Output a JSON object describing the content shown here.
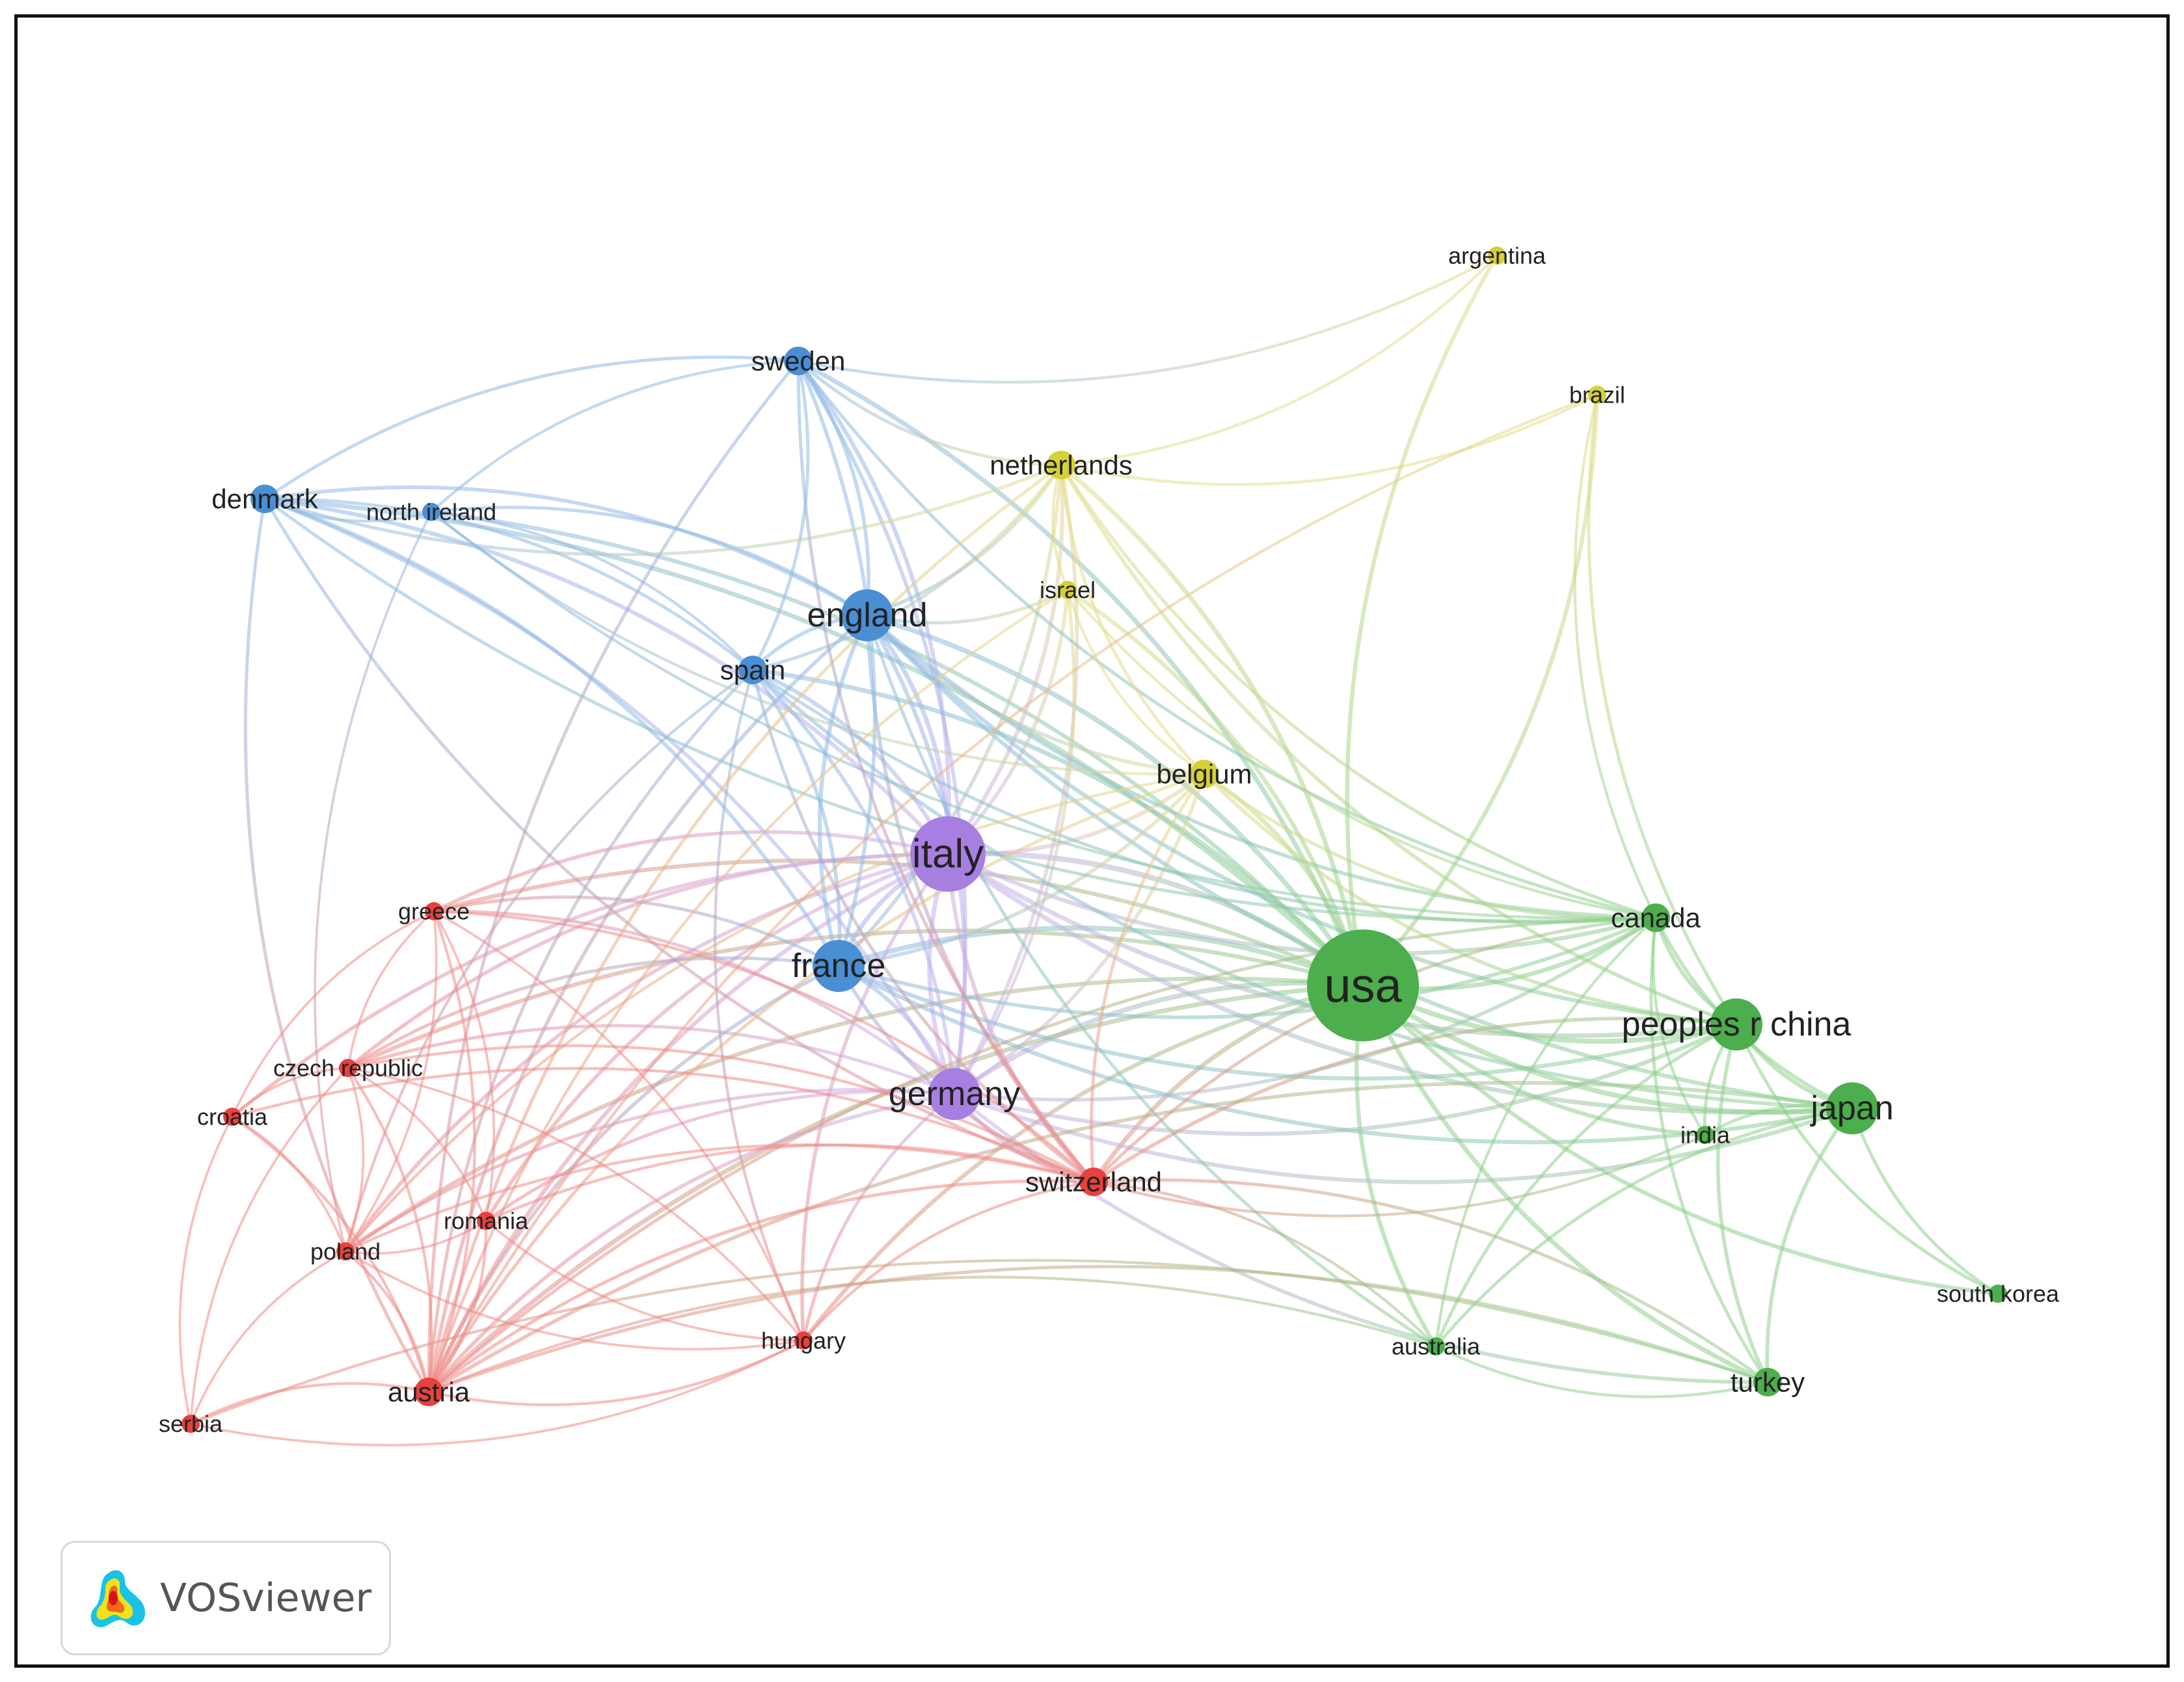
{
  "colors": {
    "red": "#e8413d",
    "green": "#4cae4c",
    "blue": "#4a8fd4",
    "yellow": "#d6d037",
    "purple": "#a77fe0"
  },
  "nodes": [
    {
      "id": "usa",
      "label": "usa",
      "cluster": "green",
      "size": 5
    },
    {
      "id": "italy",
      "label": "italy",
      "cluster": "purple",
      "size": 4
    },
    {
      "id": "germany",
      "label": "germany",
      "cluster": "purple",
      "size": 3
    },
    {
      "id": "england",
      "label": "england",
      "cluster": "blue",
      "size": 3
    },
    {
      "id": "france",
      "label": "france",
      "cluster": "blue",
      "size": 3
    },
    {
      "id": "spain",
      "label": "spain",
      "cluster": "blue",
      "size": 2
    },
    {
      "id": "sweden",
      "label": "sweden",
      "cluster": "blue",
      "size": 2
    },
    {
      "id": "denmark",
      "label": "denmark",
      "cluster": "blue",
      "size": 2
    },
    {
      "id": "north_ireland",
      "label": "north ireland",
      "cluster": "blue",
      "size": 1
    },
    {
      "id": "netherlands",
      "label": "netherlands",
      "cluster": "yellow",
      "size": 2
    },
    {
      "id": "israel",
      "label": "israel",
      "cluster": "yellow",
      "size": 1
    },
    {
      "id": "belgium",
      "label": "belgium",
      "cluster": "yellow",
      "size": 2
    },
    {
      "id": "brazil",
      "label": "brazil",
      "cluster": "yellow",
      "size": 1
    },
    {
      "id": "argentina",
      "label": "argentina",
      "cluster": "yellow",
      "size": 1
    },
    {
      "id": "canada",
      "label": "canada",
      "cluster": "green",
      "size": 2
    },
    {
      "id": "china",
      "label": "peoples r china",
      "cluster": "green",
      "size": 3
    },
    {
      "id": "japan",
      "label": "japan",
      "cluster": "green",
      "size": 3
    },
    {
      "id": "india",
      "label": "india",
      "cluster": "green",
      "size": 1
    },
    {
      "id": "south_korea",
      "label": "south korea",
      "cluster": "green",
      "size": 1
    },
    {
      "id": "australia",
      "label": "australia",
      "cluster": "green",
      "size": 1
    },
    {
      "id": "turkey",
      "label": "turkey",
      "cluster": "green",
      "size": 2
    },
    {
      "id": "switzerland",
      "label": "switzerland",
      "cluster": "red",
      "size": 2
    },
    {
      "id": "austria",
      "label": "austria",
      "cluster": "red",
      "size": 2
    },
    {
      "id": "poland",
      "label": "poland",
      "cluster": "red",
      "size": 1
    },
    {
      "id": "romania",
      "label": "romania",
      "cluster": "red",
      "size": 1
    },
    {
      "id": "hungary",
      "label": "hungary",
      "cluster": "red",
      "size": 1
    },
    {
      "id": "greece",
      "label": "greece",
      "cluster": "red",
      "size": 1
    },
    {
      "id": "czech_republic",
      "label": "czech republic",
      "cluster": "red",
      "size": 1
    },
    {
      "id": "croatia",
      "label": "croatia",
      "cluster": "red",
      "size": 1
    },
    {
      "id": "serbia",
      "label": "serbia",
      "cluster": "red",
      "size": 1
    }
  ],
  "edges": [
    [
      "usa",
      "italy"
    ],
    [
      "usa",
      "germany"
    ],
    [
      "usa",
      "england"
    ],
    [
      "usa",
      "france"
    ],
    [
      "usa",
      "spain"
    ],
    [
      "usa",
      "sweden"
    ],
    [
      "usa",
      "denmark"
    ],
    [
      "usa",
      "north_ireland"
    ],
    [
      "usa",
      "netherlands"
    ],
    [
      "usa",
      "israel"
    ],
    [
      "usa",
      "belgium"
    ],
    [
      "usa",
      "brazil"
    ],
    [
      "usa",
      "canada"
    ],
    [
      "usa",
      "china"
    ],
    [
      "usa",
      "japan"
    ],
    [
      "usa",
      "india"
    ],
    [
      "usa",
      "south_korea"
    ],
    [
      "usa",
      "australia"
    ],
    [
      "usa",
      "turkey"
    ],
    [
      "usa",
      "switzerland"
    ],
    [
      "usa",
      "austria"
    ],
    [
      "usa",
      "poland"
    ],
    [
      "usa",
      "hungary"
    ],
    [
      "usa",
      "greece"
    ],
    [
      "usa",
      "czech_republic"
    ],
    [
      "italy",
      "germany"
    ],
    [
      "italy",
      "england"
    ],
    [
      "italy",
      "france"
    ],
    [
      "italy",
      "spain"
    ],
    [
      "italy",
      "sweden"
    ],
    [
      "italy",
      "netherlands"
    ],
    [
      "italy",
      "belgium"
    ],
    [
      "italy",
      "switzerland"
    ],
    [
      "italy",
      "austria"
    ],
    [
      "italy",
      "canada"
    ],
    [
      "italy",
      "china"
    ],
    [
      "italy",
      "japan"
    ],
    [
      "italy",
      "greece"
    ],
    [
      "italy",
      "hungary"
    ],
    [
      "italy",
      "poland"
    ],
    [
      "italy",
      "israel"
    ],
    [
      "italy",
      "romania"
    ],
    [
      "italy",
      "croatia"
    ],
    [
      "italy",
      "czech_republic"
    ],
    [
      "italy",
      "denmark"
    ],
    [
      "germany",
      "england"
    ],
    [
      "germany",
      "france"
    ],
    [
      "germany",
      "spain"
    ],
    [
      "germany",
      "switzerland"
    ],
    [
      "germany",
      "austria"
    ],
    [
      "germany",
      "netherlands"
    ],
    [
      "germany",
      "sweden"
    ],
    [
      "germany",
      "canada"
    ],
    [
      "germany",
      "china"
    ],
    [
      "germany",
      "japan"
    ],
    [
      "germany",
      "poland"
    ],
    [
      "germany",
      "czech_republic"
    ],
    [
      "germany",
      "hungary"
    ],
    [
      "germany",
      "romania"
    ],
    [
      "germany",
      "belgium"
    ],
    [
      "germany",
      "greece"
    ],
    [
      "germany",
      "turkey"
    ],
    [
      "germany",
      "denmark"
    ],
    [
      "germany",
      "israel"
    ],
    [
      "england",
      "france"
    ],
    [
      "england",
      "spain"
    ],
    [
      "england",
      "sweden"
    ],
    [
      "england",
      "denmark"
    ],
    [
      "england",
      "north_ireland"
    ],
    [
      "england",
      "netherlands"
    ],
    [
      "england",
      "canada"
    ],
    [
      "england",
      "china"
    ],
    [
      "england",
      "australia"
    ],
    [
      "england",
      "japan"
    ],
    [
      "england",
      "austria"
    ],
    [
      "england",
      "switzerland"
    ],
    [
      "england",
      "belgium"
    ],
    [
      "england",
      "israel"
    ],
    [
      "france",
      "spain"
    ],
    [
      "france",
      "sweden"
    ],
    [
      "france",
      "denmark"
    ],
    [
      "france",
      "netherlands"
    ],
    [
      "france",
      "switzerland"
    ],
    [
      "france",
      "austria"
    ],
    [
      "france",
      "canada"
    ],
    [
      "france",
      "japan"
    ],
    [
      "france",
      "greece"
    ],
    [
      "france",
      "belgium"
    ],
    [
      "france",
      "czech_republic"
    ],
    [
      "france",
      "china"
    ],
    [
      "spain",
      "sweden"
    ],
    [
      "spain",
      "denmark"
    ],
    [
      "spain",
      "north_ireland"
    ],
    [
      "spain",
      "austria"
    ],
    [
      "spain",
      "netherlands"
    ],
    [
      "spain",
      "canada"
    ],
    [
      "spain",
      "poland"
    ],
    [
      "spain",
      "hungary"
    ],
    [
      "spain",
      "switzerland"
    ],
    [
      "spain",
      "japan"
    ],
    [
      "sweden",
      "denmark"
    ],
    [
      "sweden",
      "north_ireland"
    ],
    [
      "sweden",
      "netherlands"
    ],
    [
      "sweden",
      "canada"
    ],
    [
      "sweden",
      "argentina"
    ],
    [
      "sweden",
      "austria"
    ],
    [
      "sweden",
      "switzerland"
    ],
    [
      "denmark",
      "north_ireland"
    ],
    [
      "denmark",
      "canada"
    ],
    [
      "denmark",
      "austria"
    ],
    [
      "denmark",
      "switzerland"
    ],
    [
      "denmark",
      "netherlands"
    ],
    [
      "north_ireland",
      "canada"
    ],
    [
      "north_ireland",
      "poland"
    ],
    [
      "north_ireland",
      "belgium"
    ],
    [
      "netherlands",
      "argentina"
    ],
    [
      "netherlands",
      "brazil"
    ],
    [
      "netherlands",
      "belgium"
    ],
    [
      "netherlands",
      "israel"
    ],
    [
      "netherlands",
      "canada"
    ],
    [
      "netherlands",
      "china"
    ],
    [
      "netherlands",
      "austria"
    ],
    [
      "israel",
      "canada"
    ],
    [
      "israel",
      "belgium"
    ],
    [
      "israel",
      "austria"
    ],
    [
      "belgium",
      "canada"
    ],
    [
      "belgium",
      "china"
    ],
    [
      "belgium",
      "austria"
    ],
    [
      "belgium",
      "switzerland"
    ],
    [
      "belgium",
      "poland"
    ],
    [
      "brazil",
      "canada"
    ],
    [
      "brazil",
      "china"
    ],
    [
      "brazil",
      "austria"
    ],
    [
      "argentina",
      "usa"
    ],
    [
      "canada",
      "china"
    ],
    [
      "canada",
      "japan"
    ],
    [
      "canada",
      "india"
    ],
    [
      "canada",
      "australia"
    ],
    [
      "canada",
      "turkey"
    ],
    [
      "canada",
      "switzerland"
    ],
    [
      "canada",
      "austria"
    ],
    [
      "china",
      "japan"
    ],
    [
      "china",
      "india"
    ],
    [
      "china",
      "australia"
    ],
    [
      "china",
      "turkey"
    ],
    [
      "china",
      "switzerland"
    ],
    [
      "china",
      "south_korea"
    ],
    [
      "japan",
      "india"
    ],
    [
      "japan",
      "south_korea"
    ],
    [
      "japan",
      "turkey"
    ],
    [
      "japan",
      "australia"
    ],
    [
      "japan",
      "austria"
    ],
    [
      "australia",
      "turkey"
    ],
    [
      "australia",
      "switzerland"
    ],
    [
      "australia",
      "austria"
    ],
    [
      "turkey",
      "switzerland"
    ],
    [
      "turkey",
      "serbia"
    ],
    [
      "turkey",
      "austria"
    ],
    [
      "switzerland",
      "austria"
    ],
    [
      "switzerland",
      "poland"
    ],
    [
      "switzerland",
      "romania"
    ],
    [
      "switzerland",
      "hungary"
    ],
    [
      "switzerland",
      "greece"
    ],
    [
      "switzerland",
      "czech_republic"
    ],
    [
      "switzerland",
      "croatia"
    ],
    [
      "switzerland",
      "india"
    ],
    [
      "austria",
      "poland"
    ],
    [
      "austria",
      "romania"
    ],
    [
      "austria",
      "hungary"
    ],
    [
      "austria",
      "greece"
    ],
    [
      "austria",
      "czech_republic"
    ],
    [
      "austria",
      "croatia"
    ],
    [
      "austria",
      "serbia"
    ],
    [
      "poland",
      "romania"
    ],
    [
      "poland",
      "hungary"
    ],
    [
      "poland",
      "greece"
    ],
    [
      "poland",
      "czech_republic"
    ],
    [
      "poland",
      "croatia"
    ],
    [
      "poland",
      "serbia"
    ],
    [
      "romania",
      "hungary"
    ],
    [
      "romania",
      "greece"
    ],
    [
      "romania",
      "czech_republic"
    ],
    [
      "hungary",
      "greece"
    ],
    [
      "hungary",
      "czech_republic"
    ],
    [
      "greece",
      "czech_republic"
    ],
    [
      "greece",
      "croatia"
    ],
    [
      "czech_republic",
      "croatia"
    ],
    [
      "czech_republic",
      "serbia"
    ],
    [
      "croatia",
      "serbia"
    ],
    [
      "serbia",
      "hungary"
    ]
  ],
  "logo": {
    "text": "VOSviewer"
  }
}
